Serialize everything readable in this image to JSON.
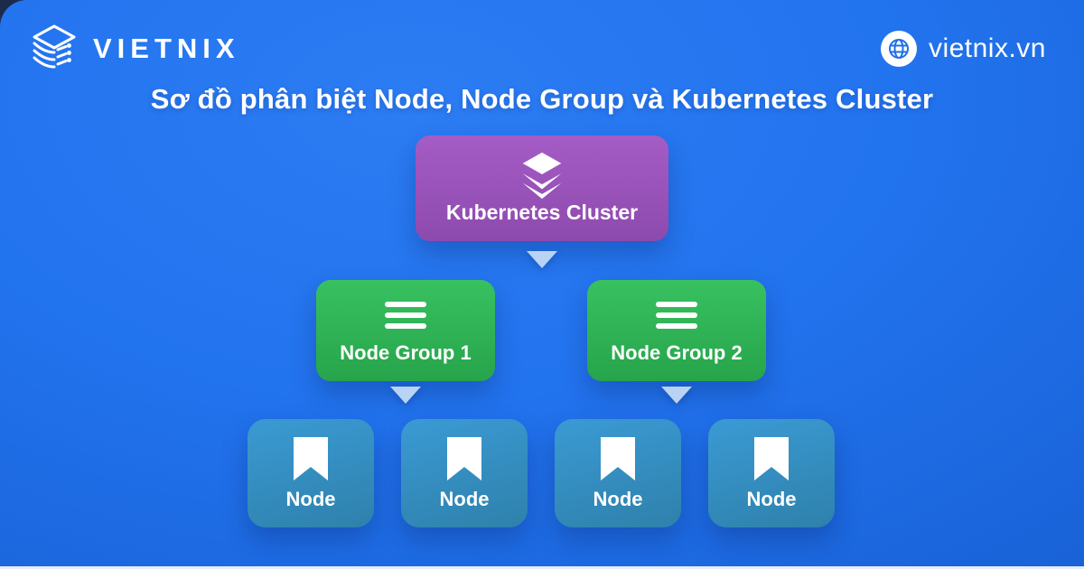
{
  "brand": {
    "logo_text": "VIETNIX",
    "website": "vietnix.vn"
  },
  "title": "Sơ đồ phân biệt Node, Node Group và Kubernetes Cluster",
  "diagram": {
    "cluster": {
      "label": "Kubernetes Cluster",
      "icon": "layers-icon"
    },
    "groups": [
      {
        "label": "Node Group 1",
        "icon": "menu-icon"
      },
      {
        "label": "Node Group 2",
        "icon": "menu-icon"
      }
    ],
    "nodes": [
      {
        "label": "Node",
        "icon": "bookmark-icon"
      },
      {
        "label": "Node",
        "icon": "bookmark-icon"
      },
      {
        "label": "Node",
        "icon": "bookmark-icon"
      },
      {
        "label": "Node",
        "icon": "bookmark-icon"
      }
    ]
  },
  "colors": {
    "bg-base": "#2273ee",
    "bg-edge": "#1257c4",
    "cluster-top": "#a55cc6",
    "cluster-bottom": "#8d4aad",
    "group-top": "#38c160",
    "group-bottom": "#27a44b",
    "node-top": "#3b9ad4",
    "node-bottom": "#2e81ab",
    "arrow": "#b9d3f4",
    "text": "#ffffff",
    "frame": "#1d2b4b",
    "bottom-strip": "#e4edf8"
  }
}
